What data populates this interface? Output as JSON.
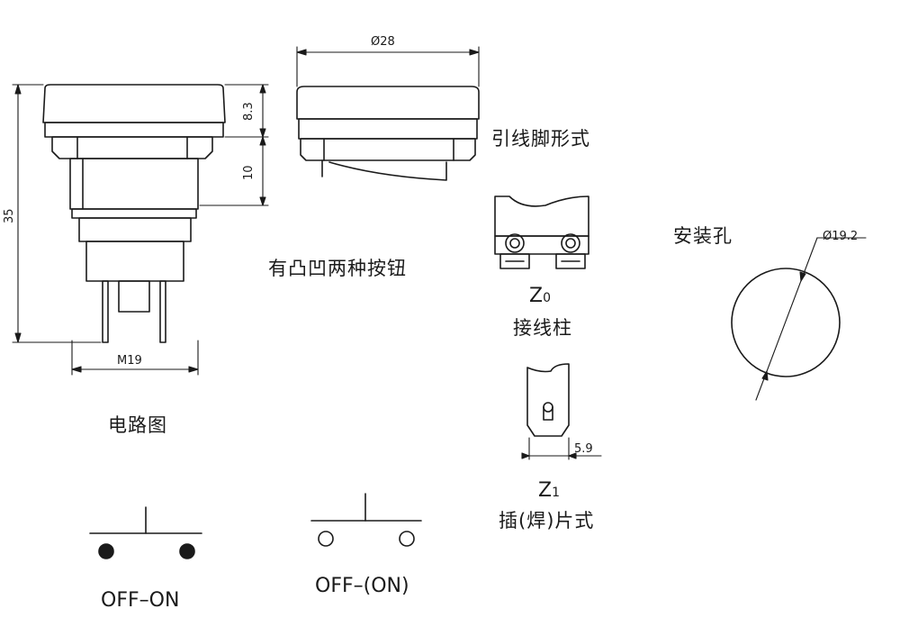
{
  "dimensions": {
    "height_total": "35",
    "cap_height": "8.3",
    "body_gap": "10",
    "thread": "M19",
    "cap_diameter": "Ø28",
    "hole_diameter": "Ø19.2",
    "tab_width": "5.9"
  },
  "labels": {
    "button_types": "有凸凹两种按钮",
    "lead_form": "引线脚形式",
    "mounting_hole": "安装孔",
    "circuit_diagram": "电路图",
    "z0_code": "Z",
    "z0_sub": "0",
    "z0_name": "接线柱",
    "z1_code": "Z",
    "z1_sub": "1",
    "z1_name": "插(焊)片式"
  },
  "circuits": {
    "off_on": "OFF–ON",
    "off_momentary_on": "OFF–(ON)"
  }
}
